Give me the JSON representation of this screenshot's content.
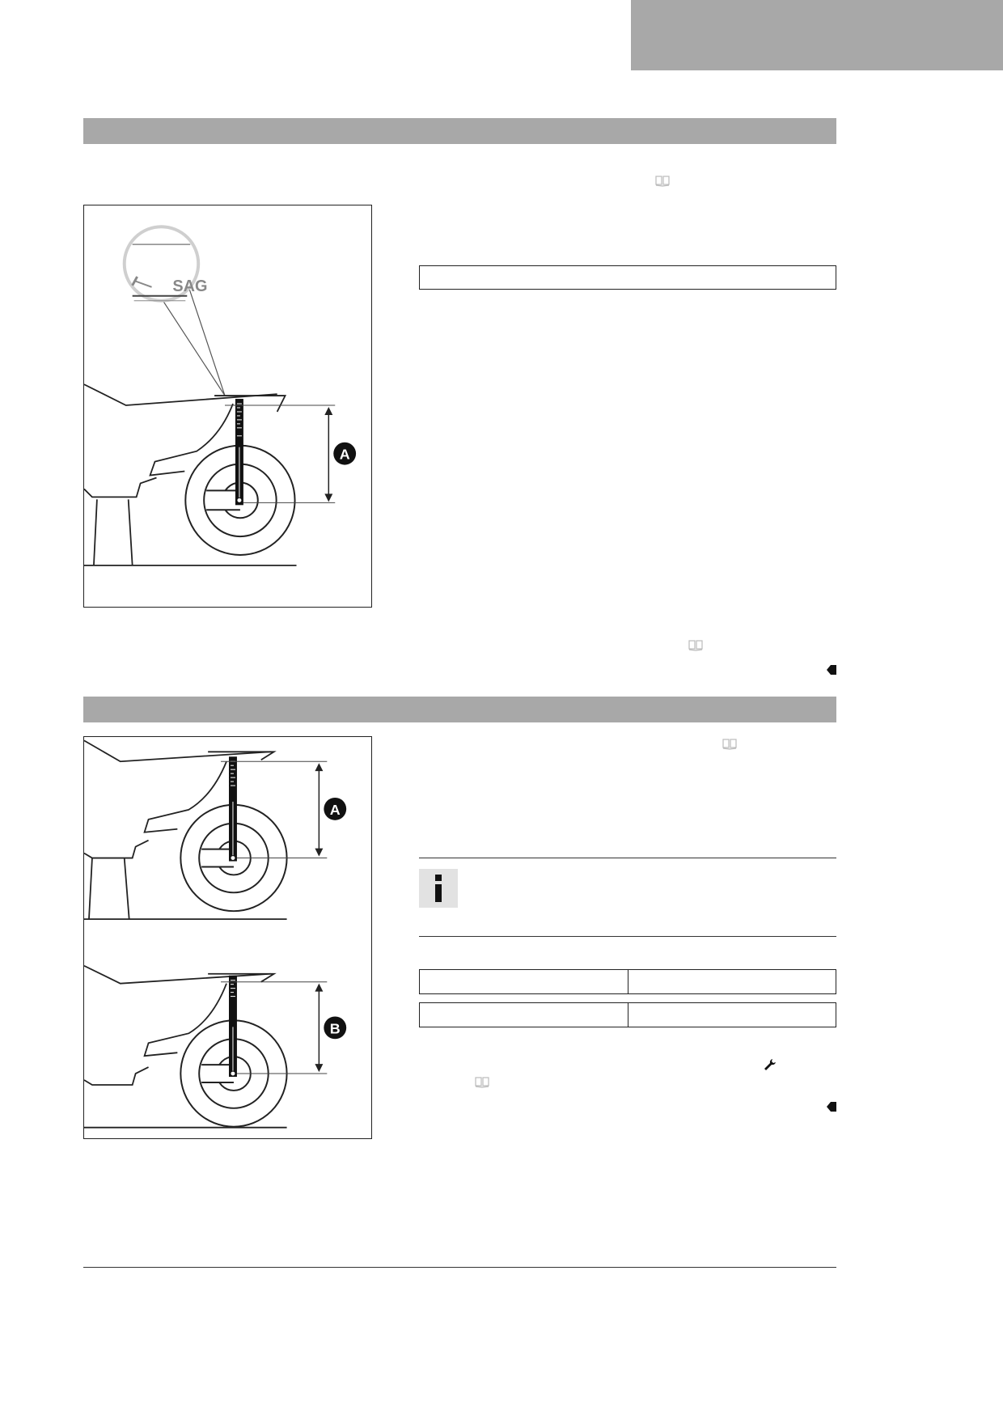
{
  "figures": {
    "sag_figure": {
      "magnifier_label": "SAG",
      "label_a": "A"
    },
    "compare_figure": {
      "label_a": "A",
      "label_b": "B"
    }
  },
  "icons": {
    "book": "book-reference-icon",
    "end": "end-of-procedure-icon",
    "info": "info-icon",
    "wrench": "wrench-icon"
  }
}
